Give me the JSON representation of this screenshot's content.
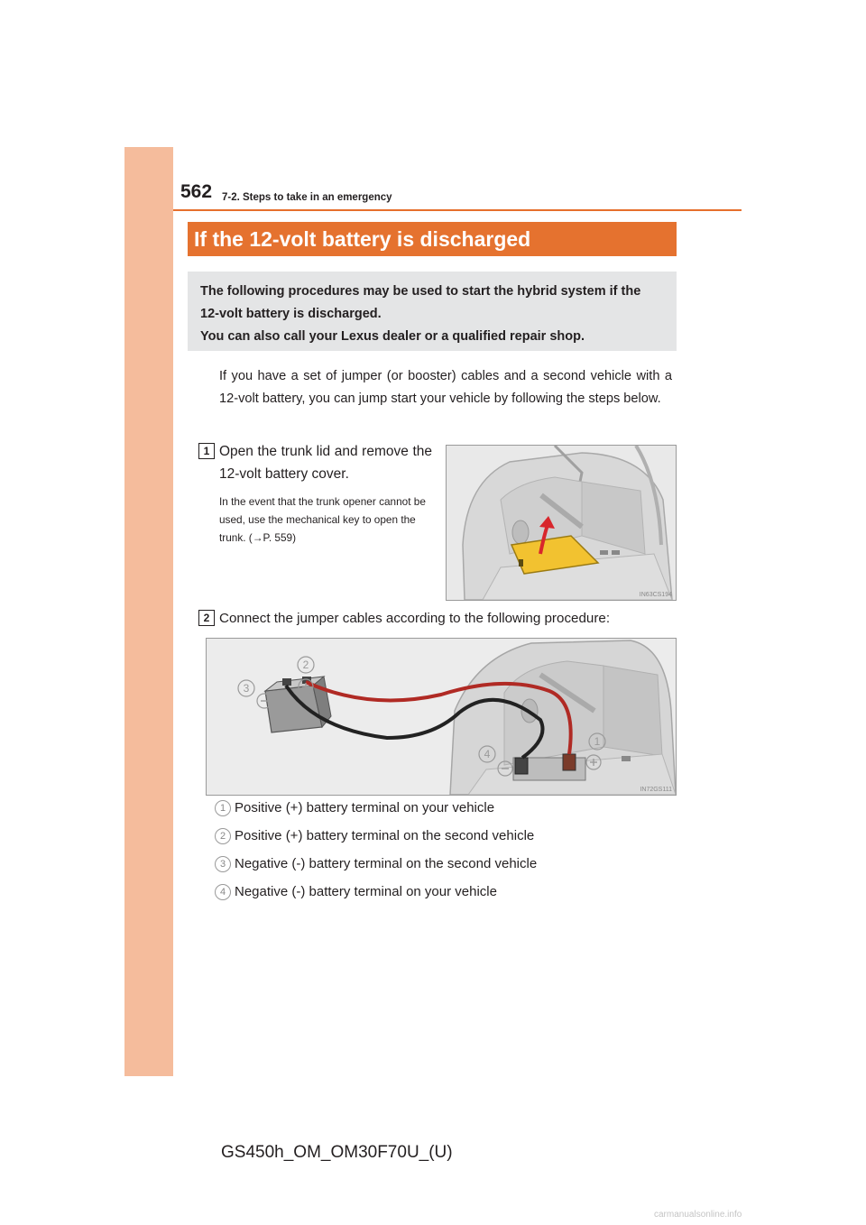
{
  "header": {
    "page_number": "562",
    "section": "7-2. Steps to take in an emergency"
  },
  "title": "If the 12-volt battery is discharged",
  "intro": {
    "line1": "The following procedures may be used to start the hybrid system if the",
    "line2": "12-volt battery is discharged.",
    "line3": "You can also call your Lexus dealer or a qualified repair shop."
  },
  "body": "If you have a set of jumper (or booster) cables and a second vehicle with a 12-volt battery, you can jump start your vehicle by following the steps below.",
  "step1": {
    "number": "1",
    "text": "Open the trunk lid and remove the 12-volt battery cover.",
    "note": "In the event that the trunk opener cannot be used, use the mechanical key to open the trunk. (→P. 559)",
    "figure_code": "IN63CS194"
  },
  "step2": {
    "number": "2",
    "text": "Connect the jumper cables according to the following procedure:",
    "figure_code": "IN72GS111",
    "callouts": [
      "1",
      "2",
      "3",
      "4"
    ]
  },
  "legend": [
    {
      "number": "1",
      "text": "Positive (+) battery terminal on your vehicle"
    },
    {
      "number": "2",
      "text": "Positive (+) battery terminal on the second vehicle"
    },
    {
      "number": "3",
      "text": "Negative (-) battery terminal on the second vehicle"
    },
    {
      "number": "4",
      "text": "Negative (-) battery terminal on your vehicle"
    }
  ],
  "footer": "GS450h_OM_OM30F70U_(U)",
  "watermark": "carmanualsonline.info",
  "colors": {
    "accent": "#e5722f",
    "sidebar": "#f5bc9c",
    "intro_bg": "#e4e5e6",
    "cover_yellow": "#f2c230",
    "arrow_red": "#d8262c"
  }
}
